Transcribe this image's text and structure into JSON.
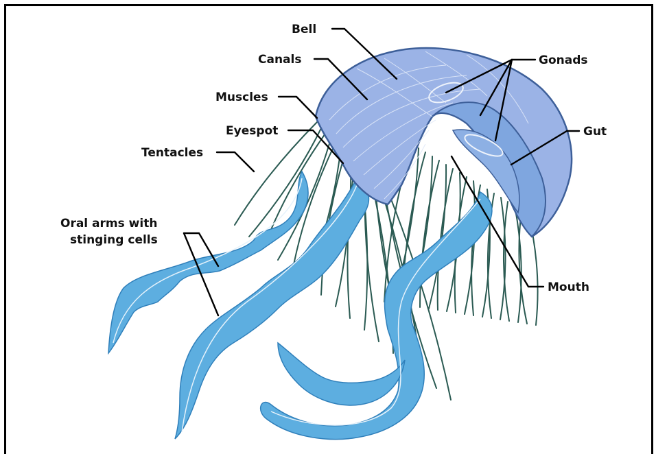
{
  "labels": {
    "bell": "Bell",
    "canals": "Canals",
    "muscles": "Muscles",
    "eyespot": "Eyespot",
    "tentacles": "Tentacles",
    "oral_arms_line1": "Oral arms with",
    "oral_arms_line2": "stinging cells",
    "gonads": "Gonads",
    "gut": "Gut",
    "mouth": "Mouth"
  },
  "colors": {
    "bell_fill": "#9bb3e6",
    "bell_edge": "#3d5f99",
    "inner_fill": "#7fa6df",
    "arm_fill": "#5daee0",
    "arm_edge": "#2f7fba",
    "tentacle": "#2a5a52"
  }
}
